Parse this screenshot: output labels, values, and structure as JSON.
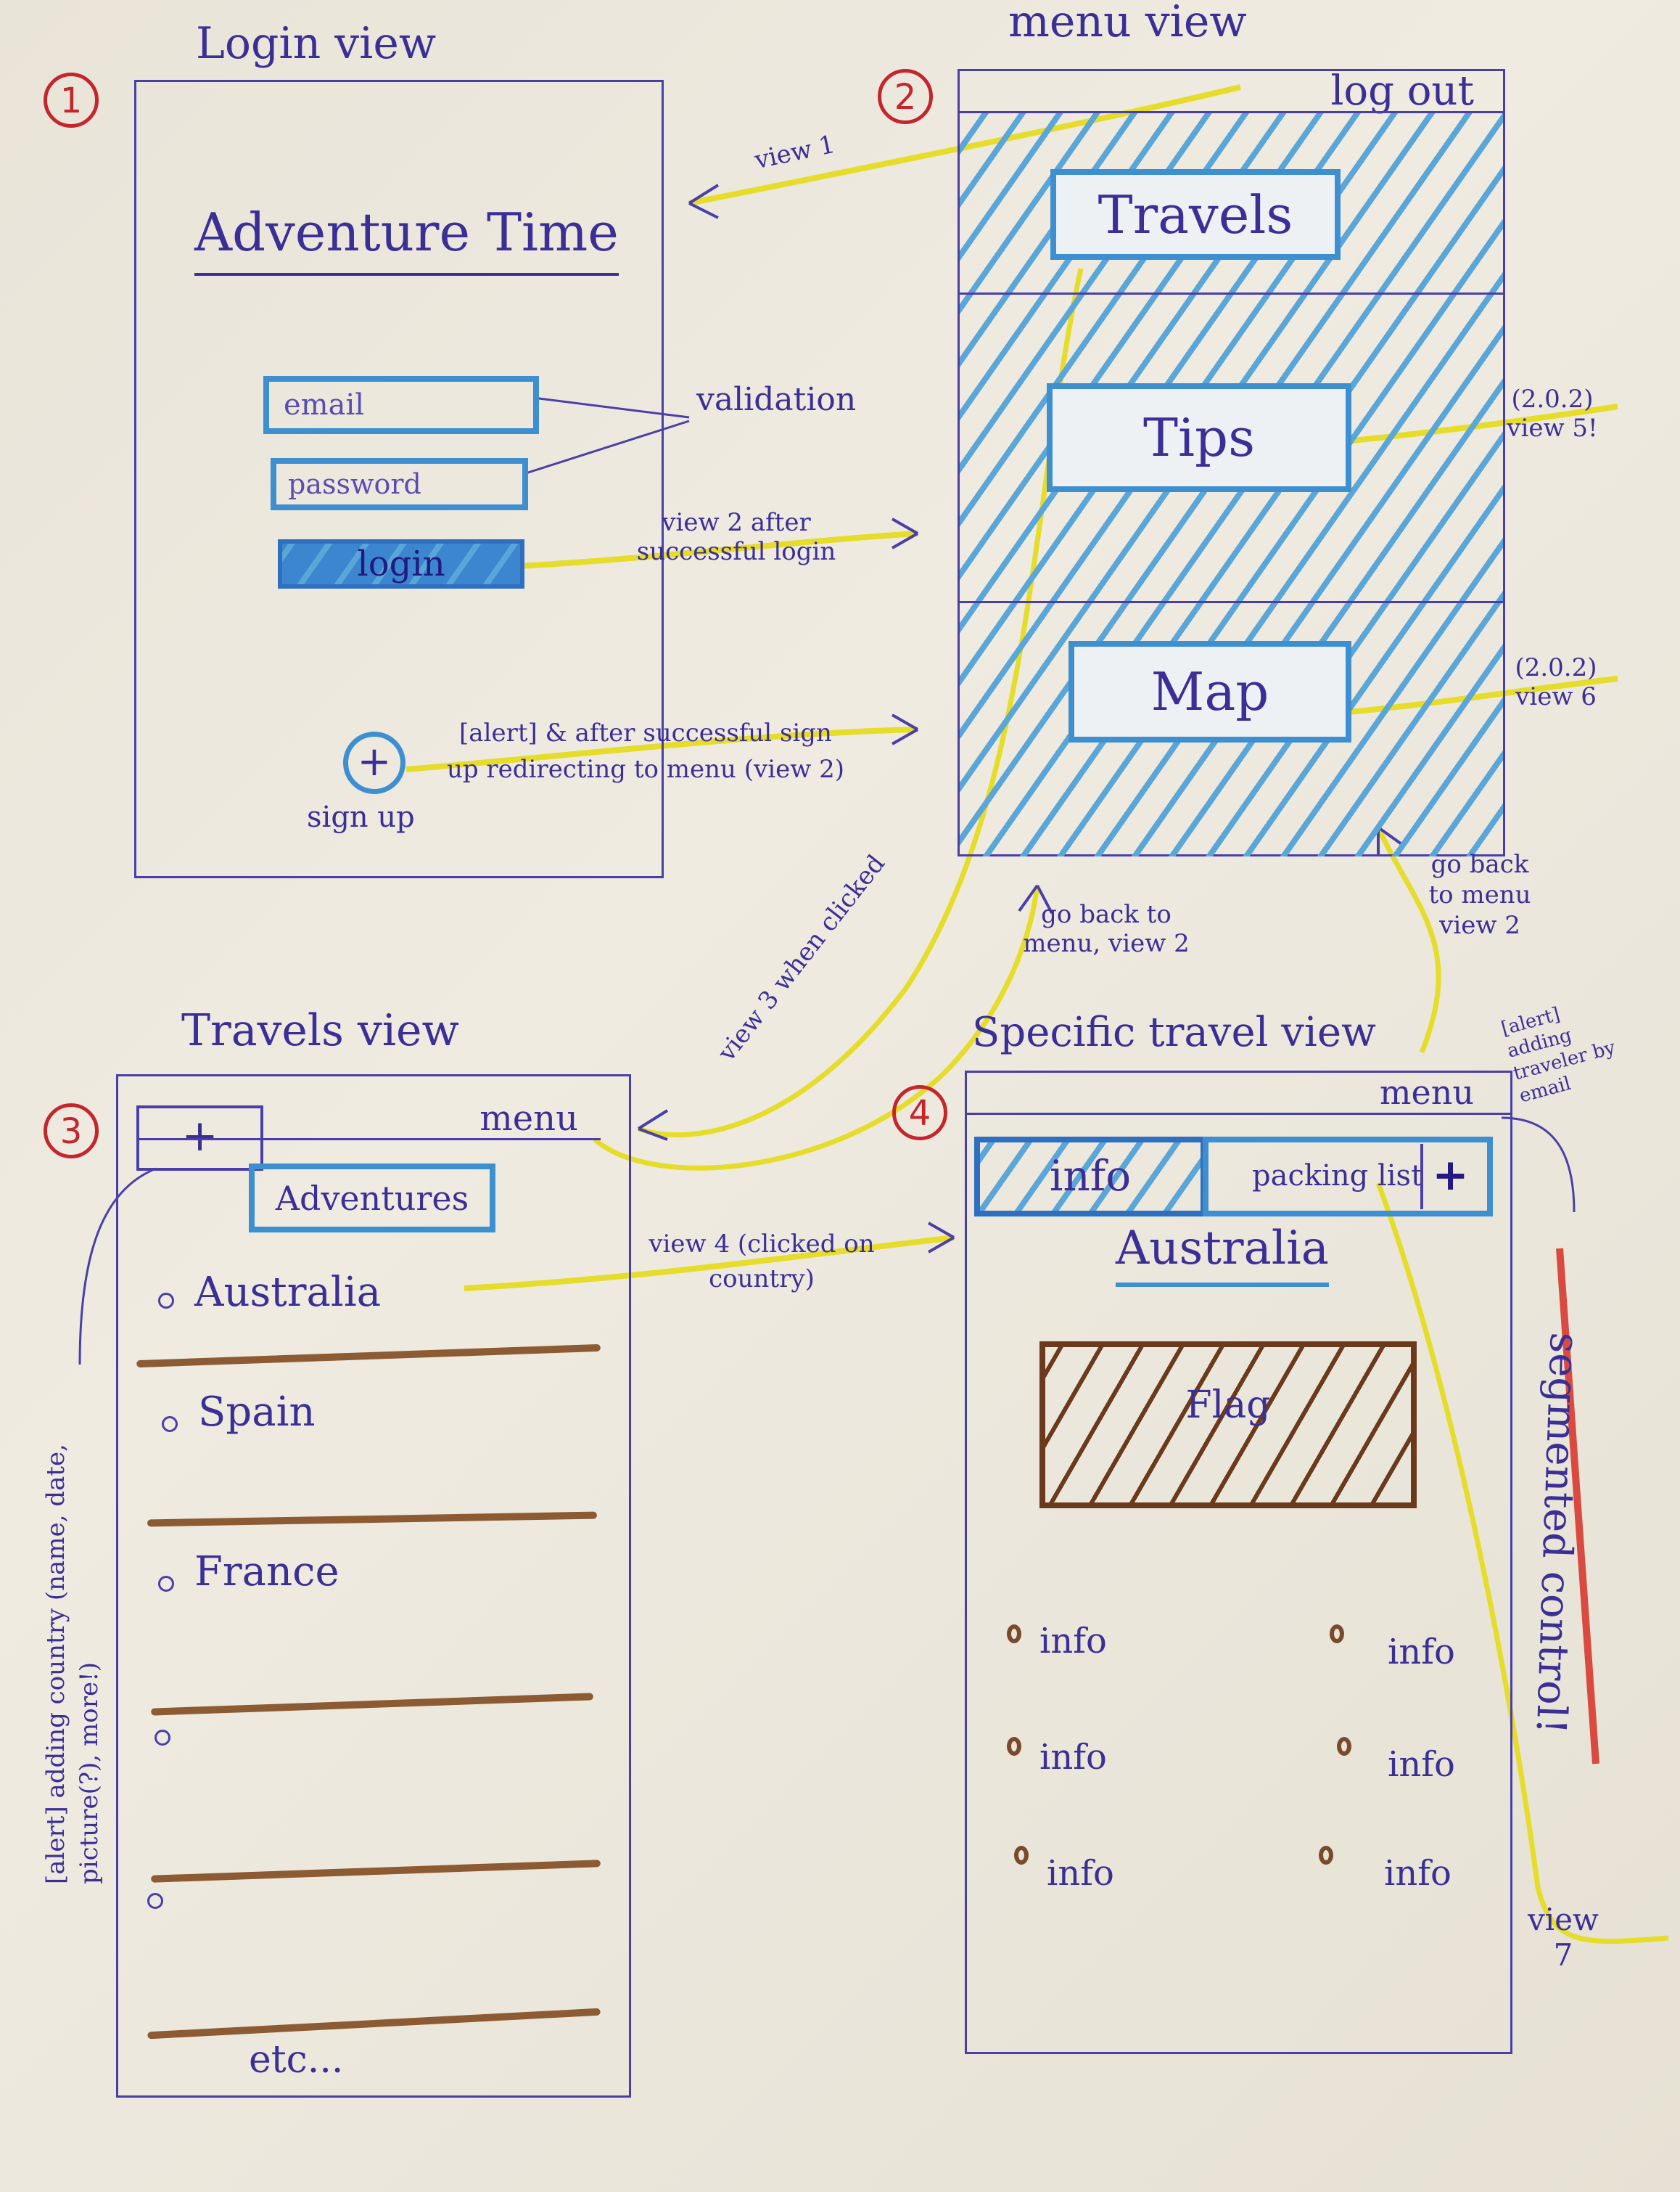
{
  "views": {
    "login": {
      "number": "1",
      "title": "Login view",
      "app_title": "Adventure Time",
      "email_placeholder": "email",
      "password_placeholder": "password",
      "login_button": "login",
      "signup_icon": "+",
      "signup_label": "sign up",
      "validation_note": "validation"
    },
    "menu": {
      "number": "2",
      "title": "menu view",
      "logout": "log out",
      "view1_note": "view 1",
      "items": [
        "Travels",
        "Tips",
        "Map"
      ],
      "tips_note": "(2.0.2) view 5!",
      "map_note": "(2.0.2) view 6"
    },
    "travels": {
      "number": "3",
      "title": "Travels view",
      "add_button": "+",
      "menu_button": "menu",
      "header": "Adventures",
      "countries": [
        "Australia",
        "Spain",
        "France"
      ],
      "footer": "etc...",
      "side_note": "[alert] adding country (name, date, picture(?), more!)"
    },
    "specific": {
      "number": "4",
      "title": "Specific travel view",
      "menu_button": "menu",
      "segments": [
        "info",
        "packing list"
      ],
      "add_button": "+",
      "country": "Australia",
      "flag_label": "Flag",
      "info_items": [
        "info",
        "info",
        "info",
        "info",
        "info",
        "info"
      ],
      "alert_note": "[alert] adding traveler by email",
      "segmented_note": "segmented control!",
      "view7_note": "view 7"
    }
  },
  "annotations": {
    "login_to_menu": "view 2 after successful login",
    "signup_alert": "[alert] & after successful sign up redirecting to menu (view 2)",
    "travels_to_view3": "view 3 when clicked",
    "go_back_left": "go back to menu, view 2",
    "go_back_right": "go back to menu view 2",
    "country_click": "view 4 (clicked on country)"
  },
  "colors": {
    "ink": "#3b2f96",
    "blue_highlight": "#3e8fd0",
    "yellow_arrow": "#e6dc2a",
    "brown": "#8c5a33",
    "red_badge": "#c3262b"
  }
}
